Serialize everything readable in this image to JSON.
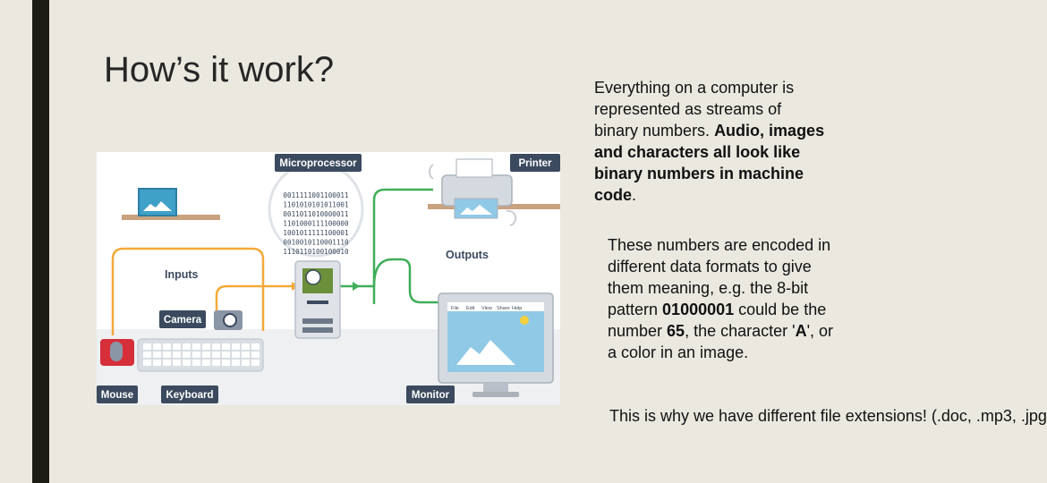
{
  "slide": {
    "title": "How’s it work?",
    "paragraph1": {
      "plain": "Everything on a computer is represented as streams of binary numbers. ",
      "bold": "Audio, images and characters all look like binary numbers in machine code",
      "end": "."
    },
    "paragraph2": {
      "s1": "These numbers are encoded in different data formats to give them meaning, e.g. the 8-bit pattern ",
      "b1": "01000001",
      "s2": " could be the number ",
      "b2": "65",
      "s3": ", the character '",
      "b3": "A",
      "s4": "', or a color in an image."
    },
    "paragraph3": "This is why we have different file extensions! (.doc, .mp3, .jpg"
  },
  "diagram": {
    "labels": {
      "microprocessor": "Microprocessor",
      "printer": "Printer",
      "inputs": "Inputs",
      "outputs": "Outputs",
      "camera": "Camera",
      "mouse": "Mouse",
      "keyboard": "Keyboard",
      "monitor": "Monitor"
    },
    "binary_lines": [
      "0011111001100011",
      "1101010101011001",
      "0011011010000011",
      "1101000111100000",
      "1001011111100001",
      "0010010110001110",
      "1110110100100010"
    ],
    "screen_menu": [
      "File",
      "Edit",
      "View",
      "Share",
      "Help"
    ],
    "colors": {
      "input_wire": "#f4a93a",
      "output_wire": "#3fae5a",
      "tag_bg": "#3b4a5e",
      "shelf": "#c9a27e",
      "mouse": "#d62f3a"
    }
  }
}
